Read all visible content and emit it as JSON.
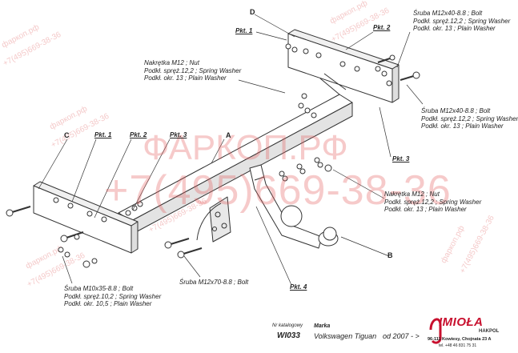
{
  "labels": {
    "d": "D",
    "c": "C",
    "a": "A",
    "b": "B",
    "pkt1_top": "Pkt. 1",
    "pkt2_top": "Pkt. 2",
    "pkt1_left": "Pkt. 1",
    "pkt2_left": "Pkt. 2",
    "pkt3_left": "Pkt. 3",
    "pkt3_right": "Pkt. 3",
    "pkt4": "Pkt. 4"
  },
  "notes": {
    "bolt_top_right": [
      "Śruba M12x40-8.8 ;  Bolt",
      "Podkł. spręż.12,2 ; Spring Washer",
      "Podkł. okr. 13 ; Plain Washer"
    ],
    "nut_left": [
      "Nakrętka  M12 ; Nut",
      "Podkł. spręż.12,2 ; Spring Washer",
      "Podkł. okr. 13 ; Plain Washer"
    ],
    "bolt_right": [
      "Śruba M12x40-8.8 ;  Bolt",
      "Podkł. spręż.12,2 ; Spring Washer",
      "Podkł. okr. 13 ; Plain Washer"
    ],
    "nut_right": [
      "Nakrętka  M12 ; Nut",
      "Podkł. spręż.12,2 ; Spring Washer",
      "Podkł. okr. 13 ; Plain Washer"
    ],
    "bolt_m10": [
      "Śruba M10x35-8.8 ;  Bolt",
      "Podkł. spręż.10,2 ; Spring Washer",
      "Podkł. okr. 10,5 ; Plain Washer"
    ],
    "bolt_m12x70": "Śruba M12x70-8.8 ; Bolt"
  },
  "watermark": {
    "site": "ФАРКОП.РФ",
    "phone": "+7(495)669-38-36",
    "small_site": "фаркоп.рф",
    "small_phone": "+7(495)669-38-36"
  },
  "footer": {
    "catalog_label": "Nr katalogowy",
    "catalog_value": "WI033",
    "brand_label": "Marka",
    "brand_value": "Volkswagen Tiguan",
    "date_value": "od 2007 - >",
    "company": "IMIOŁA",
    "company_sub": "HAKPOL",
    "address": "96-111 Kowiesy, Chojnata 23 A",
    "phone": "tel. +48 46 831 75 31"
  }
}
